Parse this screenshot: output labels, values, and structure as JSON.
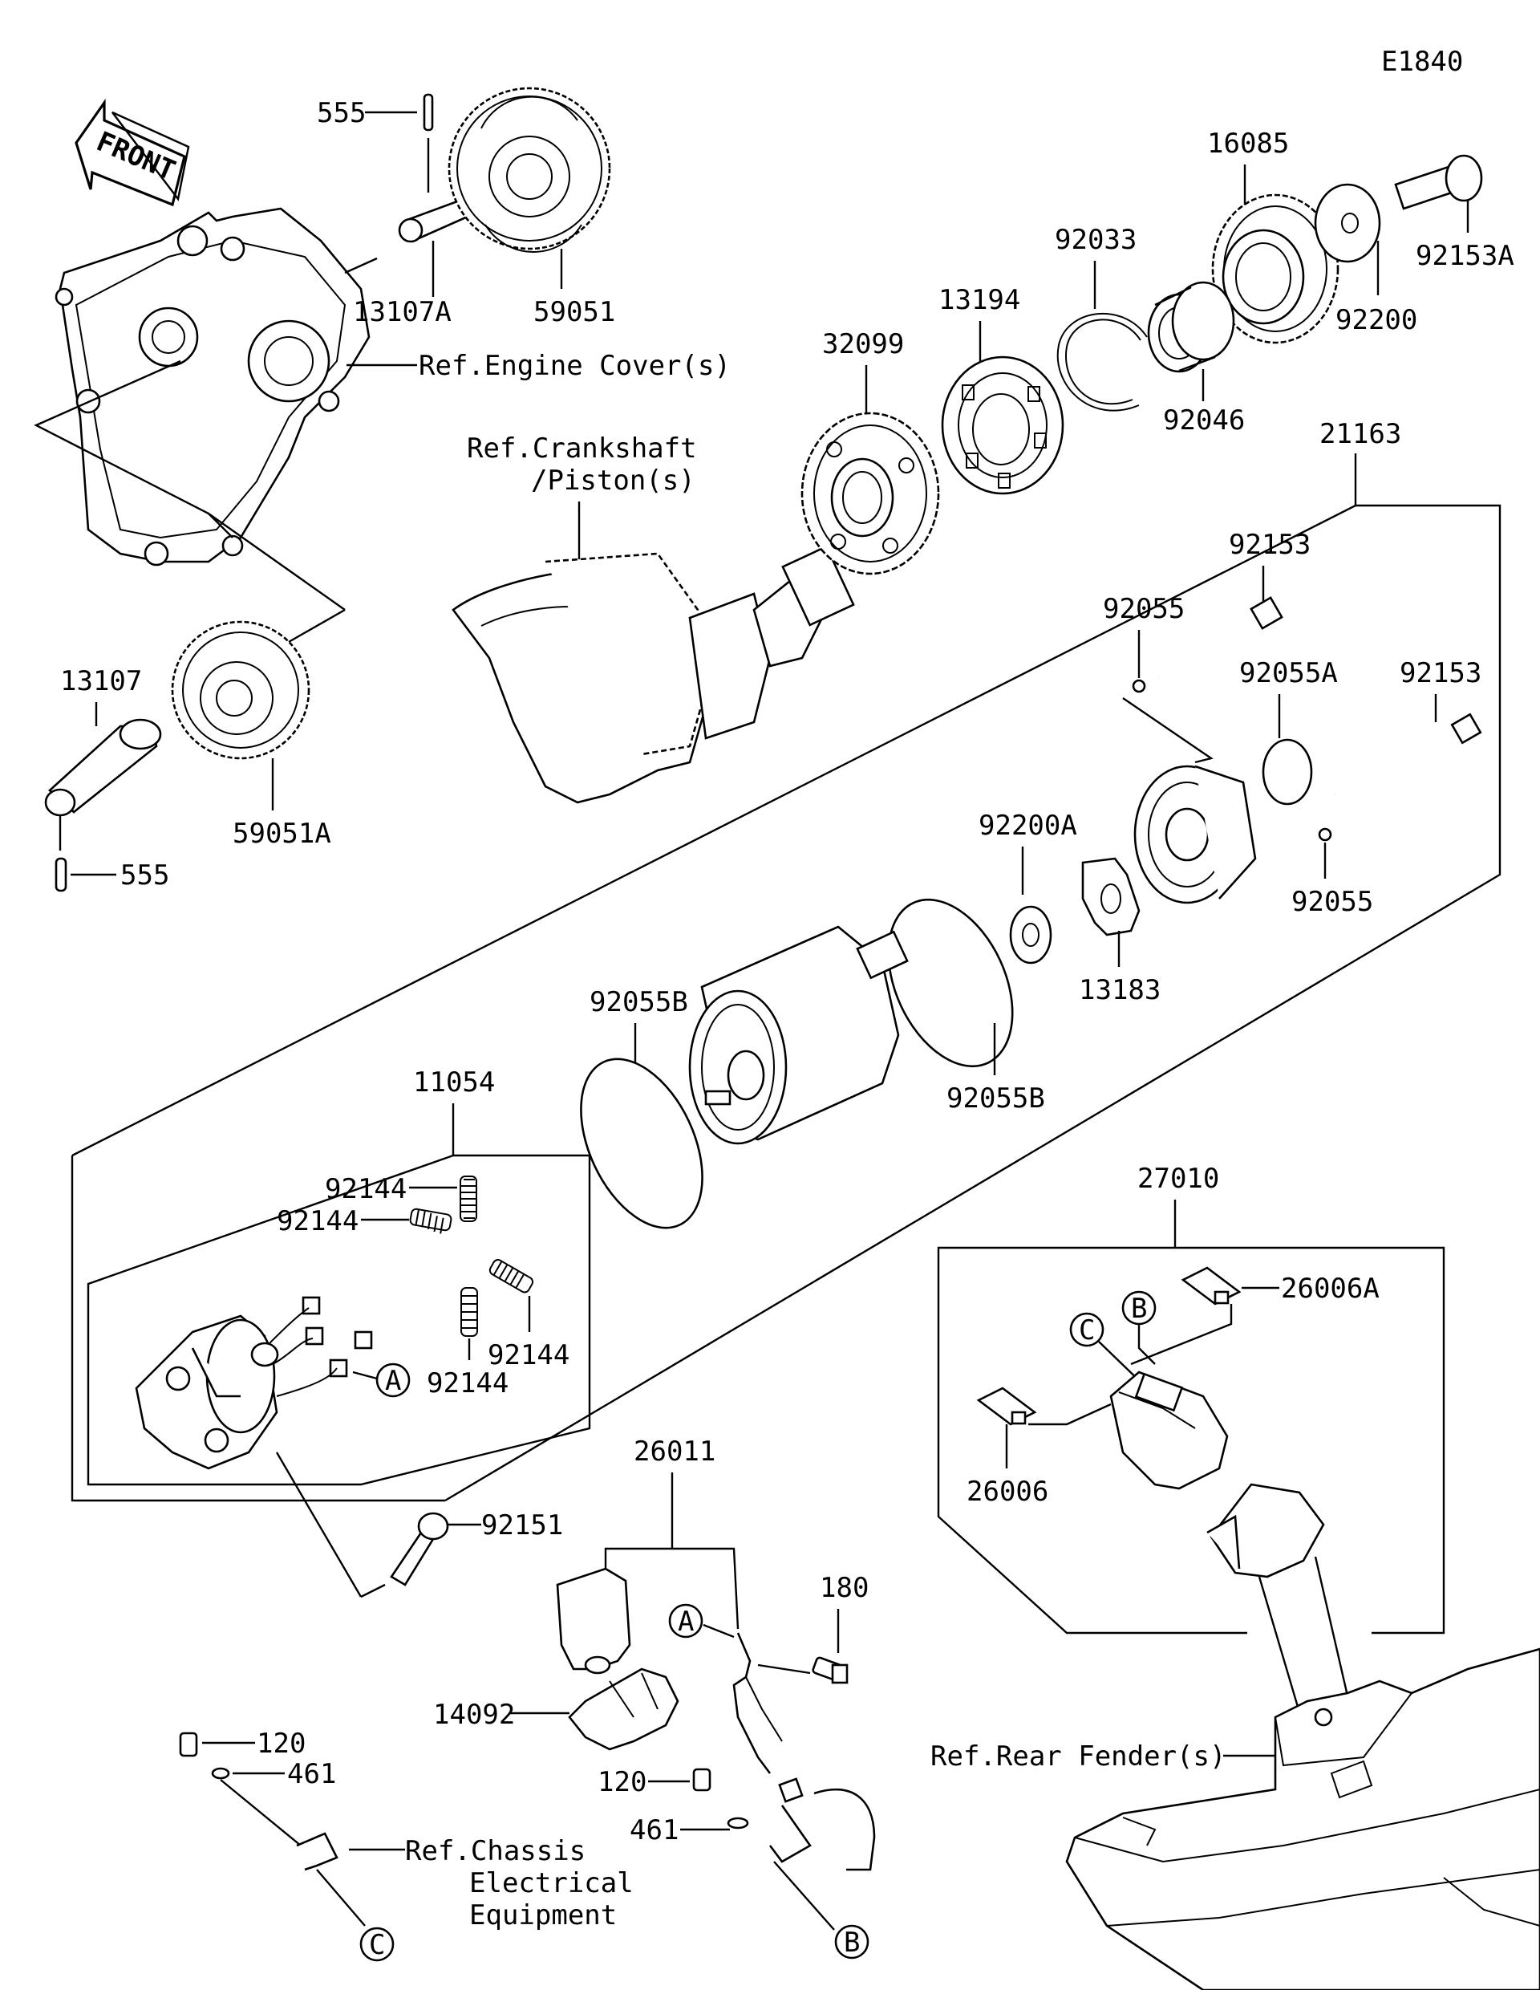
{
  "diagram_code": "E1840",
  "front_label": "FRONT",
  "labels": {
    "p555_top": "555",
    "p555_bottom": "555",
    "p13107A": "13107A",
    "p59051": "59051",
    "p13107": "13107",
    "p59051A": "59051A",
    "p32099": "32099",
    "p13194": "13194",
    "p92033": "92033",
    "p16085": "16085",
    "p92153A": "92153A",
    "p92200": "92200",
    "p92046": "92046",
    "p21163": "21163",
    "p92153_a": "92153",
    "p92153_b": "92153",
    "p92055_a": "92055",
    "p92055_b": "92055",
    "p92055A": "92055A",
    "p92200A": "92200A",
    "p13183": "13183",
    "p92055B_a": "92055B",
    "p92055B_b": "92055B",
    "p11054": "11054",
    "p92144_a": "92144",
    "p92144_b": "92144",
    "p92144_c": "92144",
    "p92144_d": "92144",
    "p92151": "92151",
    "p26011": "26011",
    "p180": "180",
    "p14092": "14092",
    "p120_a": "120",
    "p461_a": "461",
    "p120_b": "120",
    "p461_b": "461",
    "p27010": "27010",
    "p26006A": "26006A",
    "p26006": "26006"
  },
  "refs": {
    "engine_cover": "Ref.Engine Cover(s)",
    "crankshaft_1": "Ref.Crankshaft",
    "crankshaft_2": "/Piston(s)",
    "rear_fender": "Ref.Rear Fender(s)",
    "chassis_1": "Ref.Chassis",
    "chassis_2": "Electrical",
    "chassis_3": "Equipment"
  },
  "callouts": {
    "A": "A",
    "B": "B",
    "C": "C"
  }
}
